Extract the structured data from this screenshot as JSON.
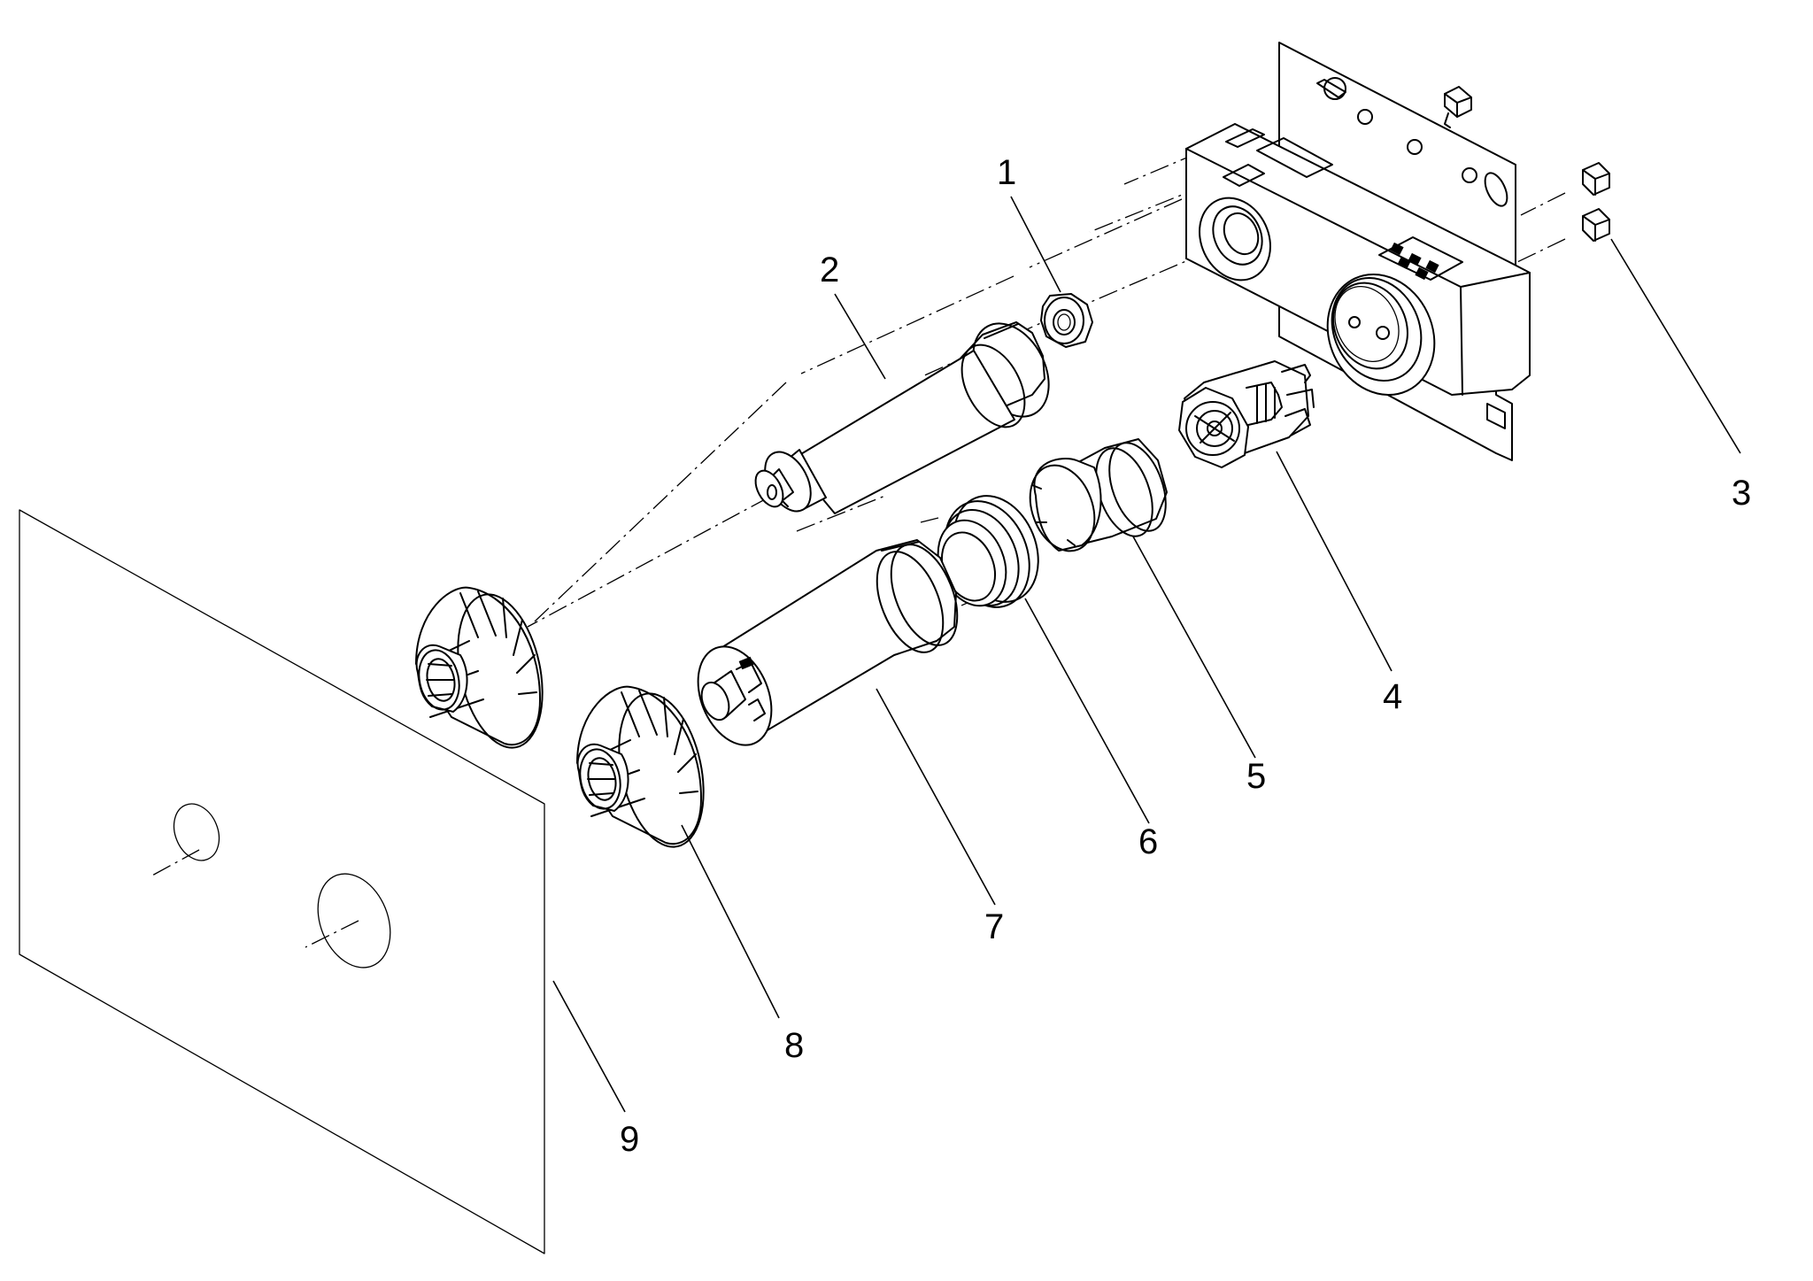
{
  "parts": [
    {
      "id": "part-1",
      "label": "1"
    },
    {
      "id": "part-2",
      "label": "2"
    },
    {
      "id": "part-3",
      "label": "3"
    },
    {
      "id": "part-4",
      "label": "4"
    },
    {
      "id": "part-5",
      "label": "5"
    },
    {
      "id": "part-6",
      "label": "6"
    },
    {
      "id": "part-7",
      "label": "7"
    },
    {
      "id": "part-8",
      "label": "8"
    },
    {
      "id": "part-9",
      "label": "9"
    }
  ],
  "colors": {
    "line": "#000000",
    "background": "#ffffff"
  }
}
